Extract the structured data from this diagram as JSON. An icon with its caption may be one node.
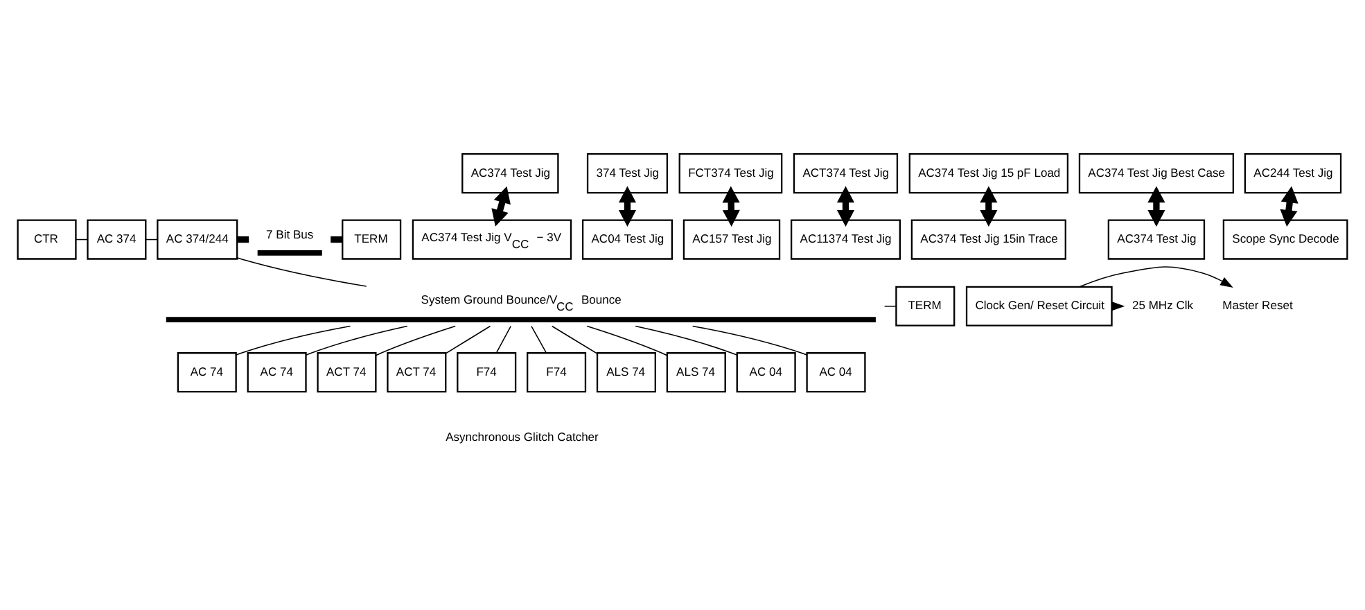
{
  "diagram": {
    "nodes": [
      {
        "text": [
          "CTR"
        ]
      },
      {
        "text": [
          "AC 374"
        ]
      },
      {
        "text": [
          "AC 374/244"
        ]
      },
      {
        "text": [],
        "shape": "bar",
        "beside": [
          "7 Bit Bus"
        ]
      },
      {
        "text": [
          "TERM"
        ]
      },
      {
        "text": [
          "AC374 Test Jig"
        ]
      },
      {
        "text": [
          "374 Test Jig"
        ]
      },
      {
        "text": [
          "FCT374 Test Jig"
        ]
      },
      {
        "text": [
          "ACT374 Test Jig"
        ]
      },
      {
        "text": [
          "AC374 Test Jig 15 pF Load"
        ]
      },
      {
        "text": [
          "AC374 Test Jig Best Case"
        ]
      },
      {
        "text": [
          "AC244 Test Jig"
        ]
      },
      {
        "text": [
          "AC374 Test Jig V$_{CC}$ − 3V"
        ]
      },
      {
        "text": [
          "AC04 Test Jig"
        ]
      },
      {
        "text": [
          "AC157 Test Jig"
        ]
      },
      {
        "text": [
          "AC11374 Test Jig"
        ]
      },
      {
        "text": [
          "AC374 Test Jig 15in Trace"
        ]
      },
      {
        "text": [
          "AC374 Test Jig"
        ]
      },
      {
        "text": [
          "Scope Sync Decode"
        ]
      },
      {
        "text": [
          "Clock Gen/ Reset Circuit"
        ]
      },
      {
        "text": [
          "25 MHz Clk"
        ]
      },
      {
        "text": [
          "Master Reset"
        ]
      },
      {
        "text": [],
        "shape": "bar",
        "beside": [
          "System Ground Bounce/V$_{CC}$ Bounce"
        ]
      },
      {
        "text": [
          "TERM"
        ]
      },
      {
        "text": [
          "AC 74"
        ]
      },
      {
        "text": [
          "AC 74"
        ]
      },
      {
        "text": [
          "ACT 74"
        ]
      },
      {
        "text": [
          "ACT 74"
        ]
      },
      {
        "text": [
          "F74"
        ]
      },
      {
        "text": [
          "F74"
        ]
      },
      {
        "text": [
          "ALS 74"
        ]
      },
      {
        "text": [
          "ALS 74"
        ]
      },
      {
        "text": [
          "AC 04"
        ]
      },
      {
        "text": [
          "AC 04"
        ]
      }
    ],
    "edges": [
      {
        "from": 0,
        "to": 1,
        "arrow": "none"
      },
      {
        "from": 1,
        "to": 2,
        "arrow": "none"
      },
      {
        "from": 2,
        "to": 3,
        "arrow": "none",
        "style": "thick"
      },
      {
        "from": 3,
        "to": 4,
        "arrow": "none",
        "style": "thick"
      },
      {
        "from": 5,
        "to": 12,
        "arrow": "both",
        "style": "thick"
      },
      {
        "from": 6,
        "to": 13,
        "arrow": "both",
        "style": "thick"
      },
      {
        "from": 7,
        "to": 14,
        "arrow": "both",
        "style": "thick"
      },
      {
        "from": 8,
        "to": 15,
        "arrow": "both",
        "style": "thick"
      },
      {
        "from": 9,
        "to": 16,
        "arrow": "both",
        "style": "thick"
      },
      {
        "from": 10,
        "to": 17,
        "arrow": "both",
        "style": "thick"
      },
      {
        "from": 11,
        "to": 18,
        "arrow": "both",
        "style": "thick"
      },
      {
        "from": 19,
        "to": 20,
        "arrow": "to"
      },
      {
        "from": 19,
        "to": 21,
        "arrow": "to"
      },
      {
        "from": 2,
        "to": 22,
        "arrow": "none"
      },
      {
        "from": 22,
        "to": 23,
        "arrow": "none"
      },
      {
        "from": 22,
        "to": 24,
        "arrow": "none"
      },
      {
        "from": 22,
        "to": 25,
        "arrow": "none"
      },
      {
        "from": 22,
        "to": 26,
        "arrow": "none"
      },
      {
        "from": 22,
        "to": 27,
        "arrow": "none"
      },
      {
        "from": 22,
        "to": 28,
        "arrow": "none"
      },
      {
        "from": 22,
        "to": 29,
        "arrow": "none"
      },
      {
        "from": 22,
        "to": 30,
        "arrow": "none"
      },
      {
        "from": 22,
        "to": 31,
        "arrow": "none"
      },
      {
        "from": 22,
        "to": 32,
        "arrow": "none"
      },
      {
        "from": 22,
        "to": 33,
        "arrow": "none"
      }
    ],
    "labels": [
      "Asynchronous Glitch Catcher"
    ]
  }
}
